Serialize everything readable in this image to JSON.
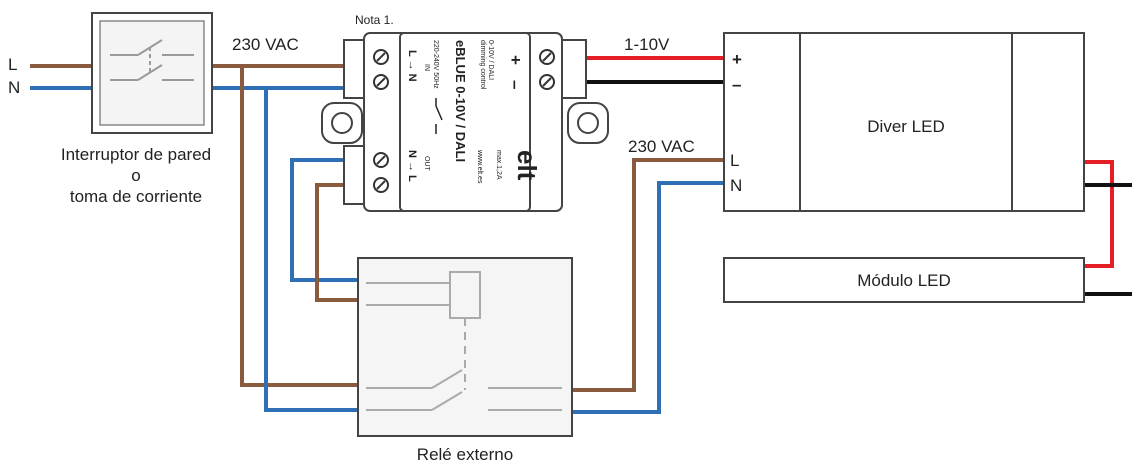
{
  "wire_colors": {
    "live": "#8a5a3c",
    "neutral": "#2f6fb5",
    "plus": "#e31e24",
    "minus": "#111111",
    "box_stroke": "#444444",
    "box_fill": "#f3f3f3"
  },
  "labels": {
    "line_L": "L",
    "line_N": "N",
    "vac_top": "230 VAC",
    "nota": "Nota 1.",
    "dim_out": "1-10V",
    "plus_sign": "+",
    "minus_sign": "–",
    "vac_driver": "230 VAC",
    "driver_L": "L",
    "driver_N": "N",
    "driver_name": "Diver LED",
    "module_name": "Módulo LED",
    "relay_name": "Relé externo",
    "switch_line1": "Interruptor de pared",
    "switch_line2": "o",
    "switch_line3": "toma de corriente"
  },
  "device": {
    "brand": "elt",
    "model": "eBLUE 0-10V / DALI",
    "control_type": "0-10V / DALI",
    "control_desc": "dimming control",
    "input_rating": "220-240V 50Hz",
    "output_rating": "max.1,2A",
    "in_label": "IN",
    "out_label": "OUT",
    "website": "www.elt.es",
    "in_terminals": "L → N",
    "out_terminals": "N → L",
    "plus_sign": "+",
    "minus_sign": "–"
  }
}
